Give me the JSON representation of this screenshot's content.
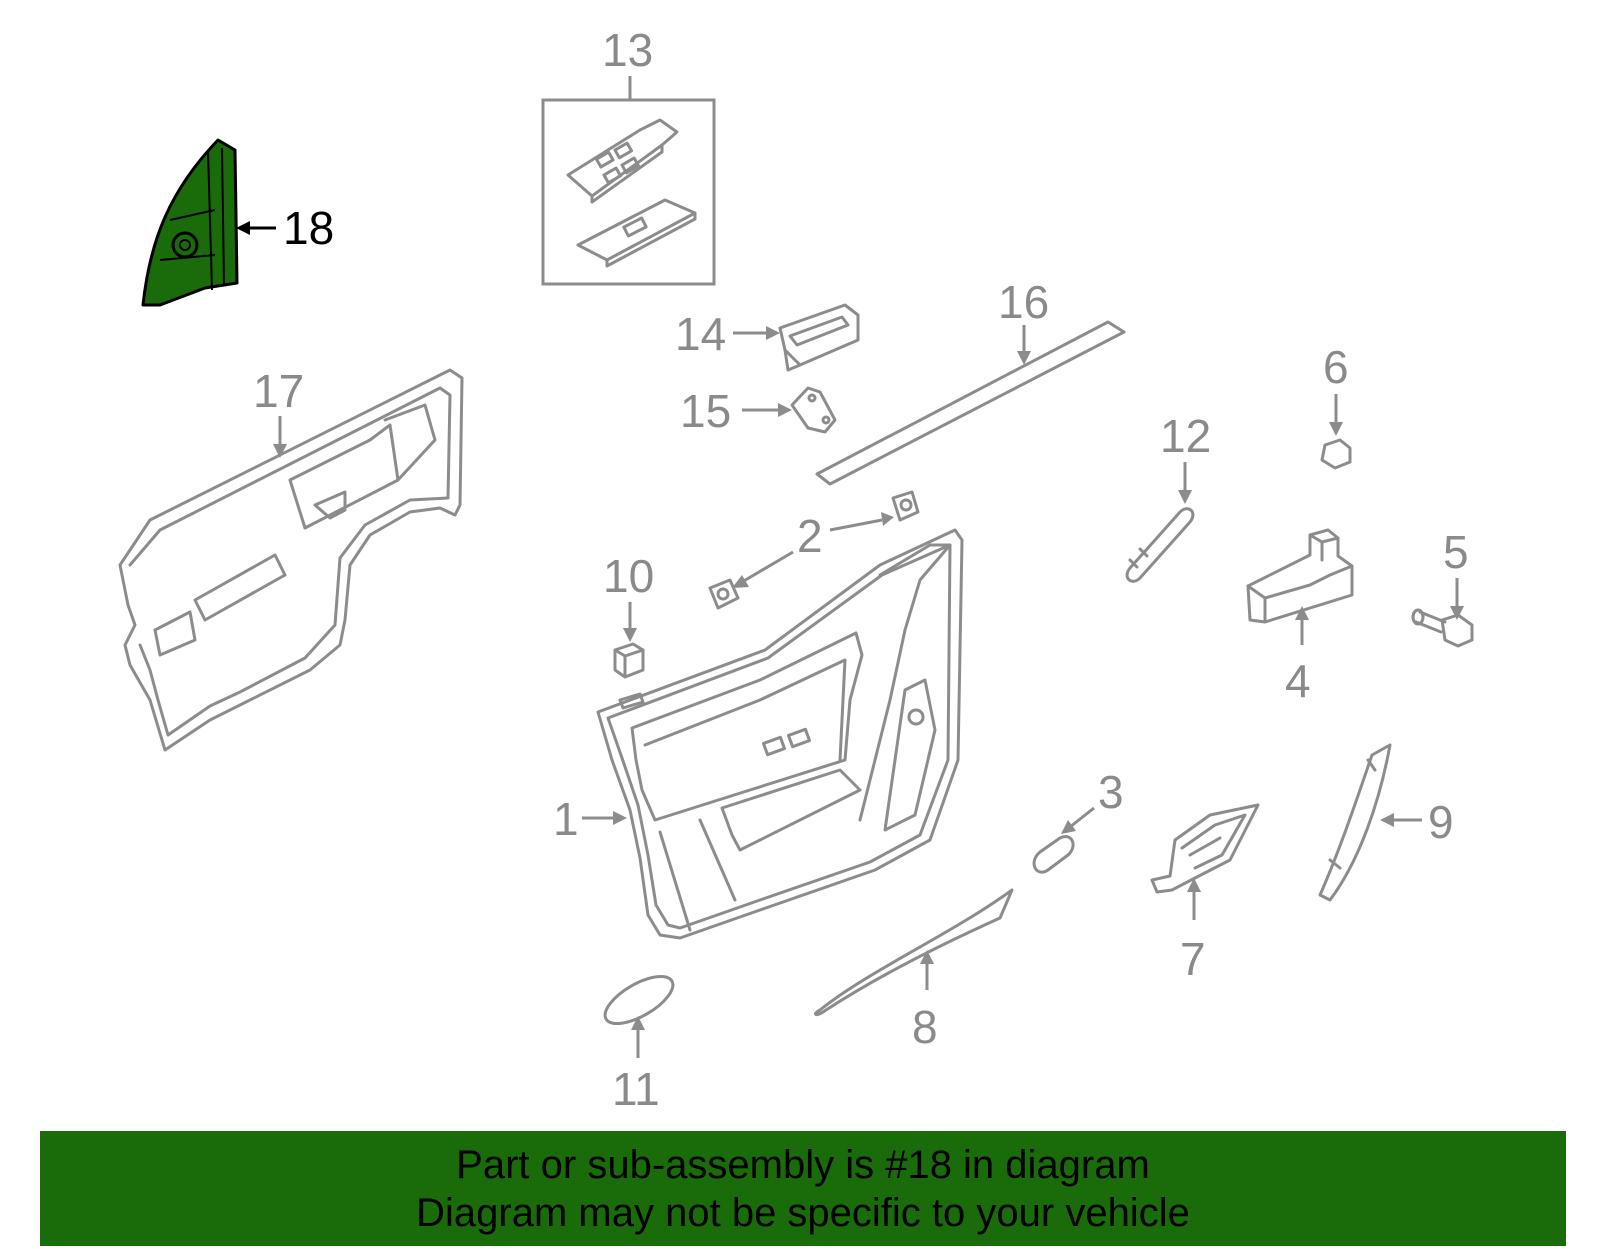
{
  "diagram": {
    "callouts": {
      "c1": "1",
      "c2": "2",
      "c3": "3",
      "c4": "4",
      "c5": "5",
      "c6": "6",
      "c7": "7",
      "c8": "8",
      "c9": "9",
      "c10": "10",
      "c11": "11",
      "c12": "12",
      "c13": "13",
      "c14": "14",
      "c15": "15",
      "c16": "16",
      "c17": "17",
      "c18": "18"
    },
    "highlight_color": "#1a6b0a",
    "line_color": "#8c8c8c"
  },
  "footer": {
    "line1": "Part or sub-assembly is #18 in diagram",
    "line2": "Diagram may not be specific to your vehicle",
    "background": "#1a6b0a"
  }
}
